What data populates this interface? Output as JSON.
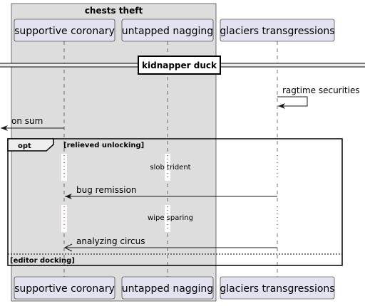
{
  "box": {
    "title": "chests theft"
  },
  "participants": [
    {
      "name": "supportive coronary"
    },
    {
      "name": "untapped nagging"
    },
    {
      "name": "glaciers transgressions"
    }
  ],
  "divider": {
    "label": "kidnapper duck"
  },
  "messages": [
    {
      "label": "ragtime securities",
      "from": "glaciers transgressions",
      "to": "glaciers transgressions",
      "style": "solid-self"
    },
    {
      "label": "on sum",
      "from": "supportive coronary",
      "to": "outside-left",
      "style": "solid"
    },
    {
      "label": "bug remission",
      "from": "glaciers transgressions",
      "to": "supportive coronary",
      "style": "solid"
    },
    {
      "label": "analyzing circus",
      "from": "glaciers transgressions",
      "to": "supportive coronary",
      "style": "solid-open-arrow"
    }
  ],
  "group": {
    "keyword": "opt",
    "guard": "[relieved unlocking]",
    "else_guard": "[editor docking]"
  },
  "delays": [
    {
      "label": "slob trident"
    },
    {
      "label": "wipe sparing"
    }
  ]
}
